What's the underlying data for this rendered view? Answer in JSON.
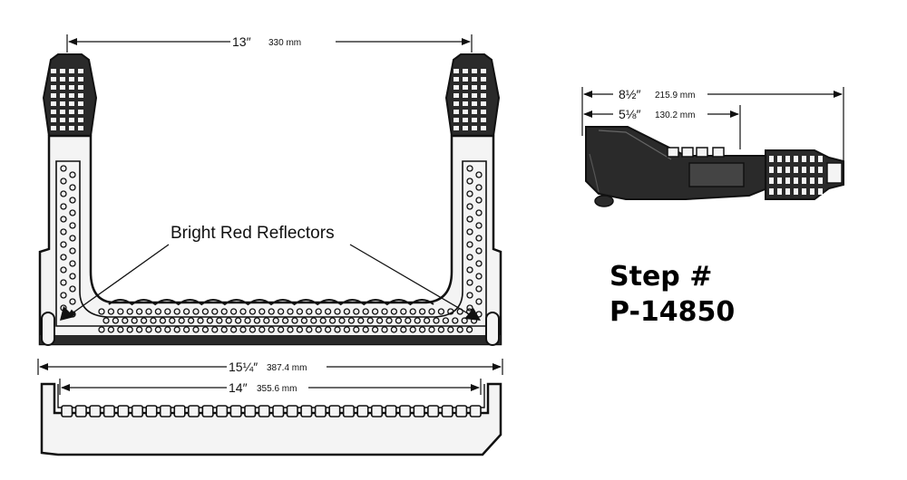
{
  "callout": {
    "reflectors": "Bright Red Reflectors"
  },
  "dimensions": {
    "top_width": {
      "imperial": "13″",
      "metric": "330 mm"
    },
    "overall_width": {
      "imperial": "15¼″",
      "metric": "387.4 mm"
    },
    "tread_width": {
      "imperial": "14″",
      "metric": "355.6 mm"
    },
    "overall_depth": {
      "imperial": "8½″",
      "metric": "215.9 mm"
    },
    "mount_depth": {
      "imperial": "5⅛″",
      "metric": "130.2 mm"
    }
  },
  "part": {
    "label": "Step #",
    "number": "P-14850"
  },
  "colors": {
    "ink": "#111111",
    "fill_dark": "#2a2a2a",
    "fill_light": "#f4f4f4",
    "background": "#ffffff"
  }
}
